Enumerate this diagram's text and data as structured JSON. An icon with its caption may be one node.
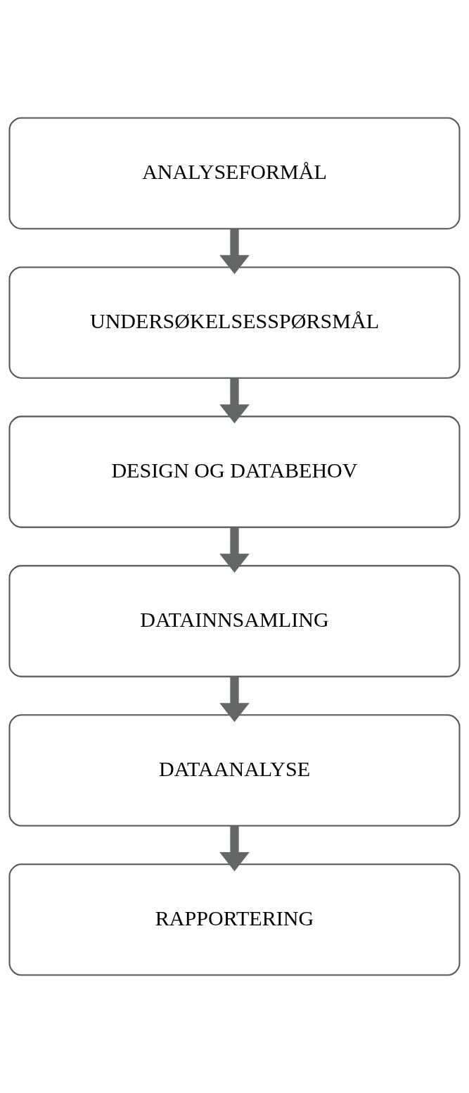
{
  "diagram": {
    "nodes": [
      {
        "text": [
          "ANALYSEFORMÅL"
        ]
      },
      {
        "text": [
          "UNDERSØKELSESSPØRSMÅL"
        ]
      },
      {
        "text": [
          "DESIGN OG DATABEHOV"
        ]
      },
      {
        "text": [
          "DATAINNSAMLING"
        ]
      },
      {
        "text": [
          "DATAANALYSE"
        ]
      },
      {
        "text": [
          "RAPPORTERING"
        ]
      }
    ],
    "edges": [
      {
        "from": 0,
        "to": 1,
        "arrow": "to"
      },
      {
        "from": 1,
        "to": 2,
        "arrow": "to"
      },
      {
        "from": 2,
        "to": 3,
        "arrow": "to"
      },
      {
        "from": 3,
        "to": 4,
        "arrow": "to"
      },
      {
        "from": 4,
        "to": 5,
        "arrow": "to"
      }
    ]
  }
}
